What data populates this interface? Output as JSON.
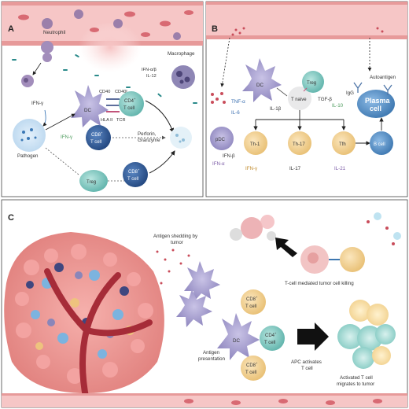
{
  "panels": {
    "a": {
      "label": "A",
      "neutrophil": "Neutrophil",
      "macrophage": "Macrophage",
      "dc": "DC",
      "cd40": "CD40",
      "cd40l": "CD40L",
      "hla": "HLA II",
      "tcr": "TCR",
      "cd4": "CD4",
      "cd4_sup": "+",
      "tcell": "T cell",
      "ifn_ab": "IFN-α/β",
      "il12": "IL-12",
      "ifn_g1": "IFN-γ",
      "ifn_g2": "IFN-γ",
      "cd8": "CD8",
      "cd8_sup": "+",
      "perforin": "Perforin,",
      "granzyme": "Granzyme",
      "pathogen": "Pathogen",
      "treg": "Treg",
      "cd8b": "CD8",
      "cd8b_sup": "+",
      "tcellb": "T cell",
      "tcell_cd8": "T cell"
    },
    "b": {
      "label": "B",
      "dc": "DC",
      "tnf": "TNF-α",
      "il6": "IL-6",
      "il1b": "IL-1β",
      "treg": "Treg",
      "tgf": "TGF-β",
      "il10": "IL-10",
      "tnaive": "T naive",
      "pdc": "pDC",
      "ifnb": "IFN-β",
      "ifna": "IFN-α",
      "th1": "Th-1",
      "th17": "Th-17",
      "tfh": "Tfh",
      "ifng": "IFN-γ",
      "il17": "IL-17",
      "il21": "IL-21",
      "bcell": "B cell",
      "plasma1": "Plasma",
      "plasma2": "cell",
      "autoantigen": "Autoantigen",
      "igg": "IgG"
    },
    "c": {
      "label": "C",
      "shedding1": "Antigen shedding by",
      "shedding2": "tumor",
      "killing": "T-cell mediated tumor cell killing",
      "ap1": "Antigen",
      "ap2": "presentation",
      "dc": "DC",
      "cd8a": "CD8",
      "cd8a_sup": "+",
      "tcella": "T cell",
      "cd4": "CD4",
      "cd4_sup": "+",
      "tcellc": "T cell",
      "cd8b": "CD8",
      "cd8b_sup": "+",
      "tcellb": "T cell",
      "apc1": "APC activates",
      "apc2": "T cell",
      "act1": "Activated T cell",
      "act2": "migrates to tumor"
    }
  },
  "colors": {
    "vessel": "#f4b8b8",
    "vessel_wall": "#e88d8d",
    "dc": "#9b93c6",
    "tcell_cd4": "#7fc8c0",
    "tcell_cd8": "#2f5d9a",
    "treg": "#7fc8b4",
    "macrophage": "#6b5f90",
    "plasma": "#4f8cc4",
    "th": "#f2d59a",
    "tumor": "#e98f8f"
  }
}
